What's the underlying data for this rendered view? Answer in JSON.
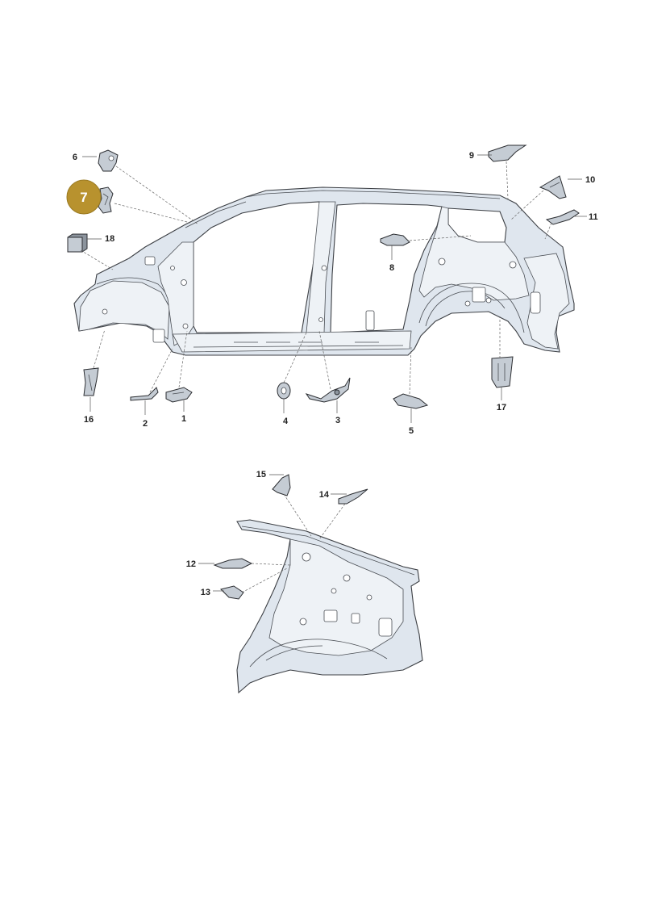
{
  "callouts": {
    "c1": "1",
    "c2": "2",
    "c3": "3",
    "c4": "4",
    "c5": "5",
    "c6": "6",
    "c7": "7",
    "c8": "8",
    "c9": "9",
    "c10": "10",
    "c11": "11",
    "c12": "12",
    "c13": "13",
    "c14": "14",
    "c15": "15",
    "c16": "16",
    "c17": "17",
    "c18": "18"
  },
  "colors": {
    "highlight": "#b8922e",
    "body": "#dfe6ee",
    "part": "#c5ccd4",
    "outline": "#3c3f44"
  }
}
